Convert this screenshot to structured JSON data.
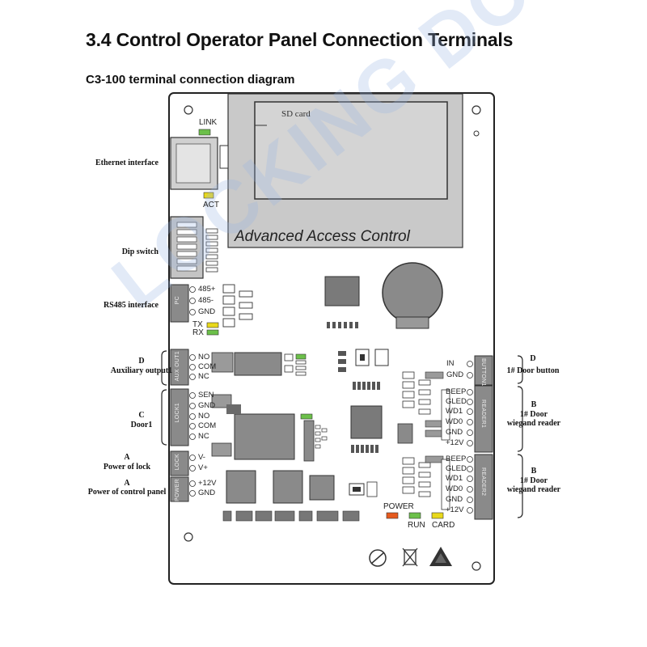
{
  "header": {
    "title": "3.4 Control Operator Panel Connection Terminals",
    "subtitle": "C3-100 terminal connection diagram"
  },
  "board": {
    "sd_label": "SD card",
    "brand_text": "Advanced Access Control",
    "watermark": "LOCKING DOOR"
  },
  "leds": {
    "link": "LINK",
    "act": "ACT",
    "tx": "TX",
    "rx": "RX",
    "power": "POWER",
    "run": "RUN",
    "card": "CARD"
  },
  "led_colors": {
    "link": "#6cc04a",
    "act": "#e8d81a",
    "tx": "#e8d81a",
    "rx": "#6cc04a",
    "power": "#e55a1e",
    "run": "#6cc04a",
    "card": "#e8d81a"
  },
  "labels": {
    "ethernet": "Ethernet interface",
    "dip": "Dip switch",
    "rs485": "RS485  interface",
    "aux_letter": "D",
    "aux": "Auxiliary output1",
    "door1_letter": "C",
    "door1": "Door1",
    "lock_letter": "A",
    "lock": "Power of lock",
    "panel_letter": "A",
    "panel": "Power of control panel",
    "button_letter": "D",
    "button": "1# Door button",
    "reader1_letter": "B",
    "reader1_line1": "1# Door",
    "reader1_line2": "wiegand reader",
    "reader2_letter": "B",
    "reader2_line1": "1# Door",
    "reader2_line2": "wiegand reader"
  },
  "terminals": {
    "rs485": {
      "tag": "PC",
      "pins": [
        "485+",
        "485-",
        "GND"
      ]
    },
    "aux": {
      "tag": "AUX OUT1",
      "pins": [
        "NO",
        "COM",
        "NC"
      ]
    },
    "lock1": {
      "tag": "LOCK1",
      "pins": [
        "SEN",
        "GND",
        "NO",
        "COM",
        "NC"
      ]
    },
    "lock": {
      "tag": "LOCK",
      "pins": [
        "V-",
        "V+"
      ]
    },
    "power": {
      "tag": "POWER",
      "pins": [
        "+12V",
        "GND"
      ]
    },
    "button": {
      "tag": "BUTTON1",
      "pins": [
        "IN",
        "GND"
      ]
    },
    "reader1": {
      "tag": "READER1",
      "pins": [
        "BEEP",
        "GLED",
        "WD1",
        "WD0",
        "GND",
        "+12V"
      ]
    },
    "reader2": {
      "tag": "READER2",
      "pins": [
        "BEEP",
        "GLED",
        "WD1",
        "WD0",
        "GND",
        "+12V"
      ]
    }
  }
}
